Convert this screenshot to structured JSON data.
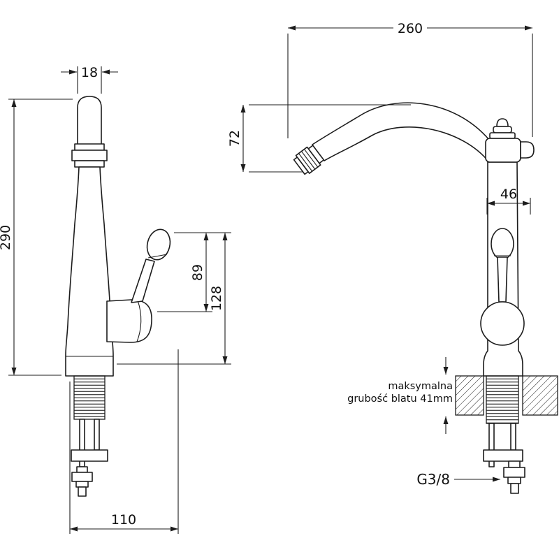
{
  "front_view": {
    "dim_spout_width": "18",
    "dim_total_height": "290",
    "dim_handle_upper": "89",
    "dim_handle_lower": "128",
    "dim_footprint": "110"
  },
  "side_view": {
    "dim_reach": "260",
    "dim_spout_drop": "72",
    "dim_body_depth": "46",
    "note_line1": "maksymalna",
    "note_line2": "grubość blatu 41mm",
    "thread_label": "G3/8"
  },
  "colors": {
    "line": "#1c1c1c",
    "background": "#ffffff"
  }
}
